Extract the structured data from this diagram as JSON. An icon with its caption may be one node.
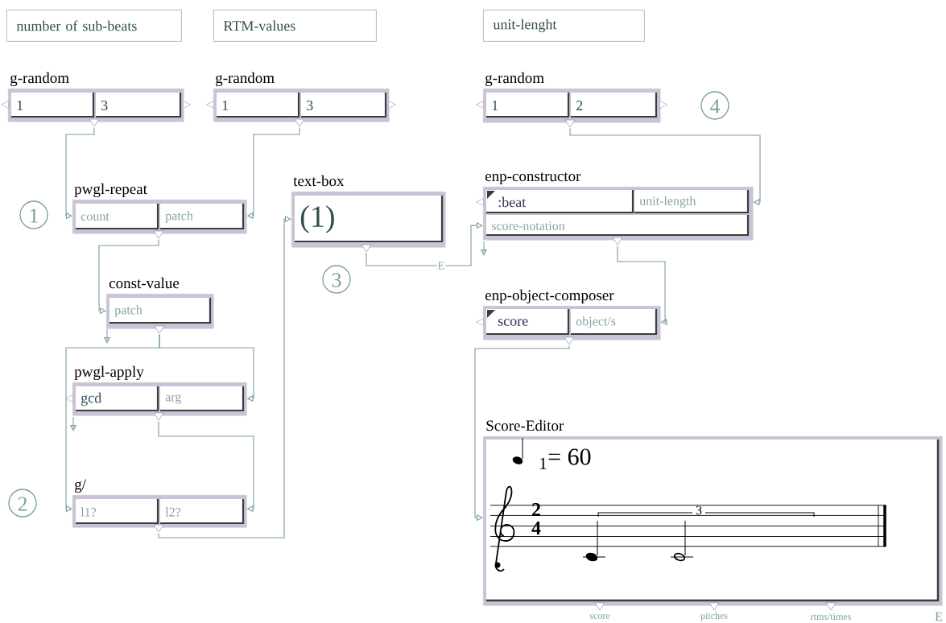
{
  "diagram": {
    "nodes": [
      {
        "text": [
          "number of sub-beats"
        ]
      },
      {
        "text": [
          "RTM-values"
        ]
      },
      {
        "text": [
          "unit-lenght"
        ]
      },
      {
        "text": [
          "g-random",
          "1",
          "3"
        ]
      },
      {
        "text": [
          "g-random",
          "1",
          "3"
        ]
      },
      {
        "text": [
          "pwgl-repeat",
          "count",
          "patch"
        ]
      },
      {
        "text": [
          "text-box",
          "(1)"
        ]
      },
      {
        "text": [
          "g-random",
          "1",
          "2"
        ]
      },
      {
        "text": [
          "enp-constructor",
          ":beat",
          "unit-length",
          "score-notation"
        ]
      },
      {
        "text": [
          "const-value",
          "patch"
        ]
      },
      {
        "text": [
          "enp-object-composer",
          "score",
          "object/s"
        ]
      },
      {
        "text": [
          "pwgl-apply",
          "gcd",
          "arg"
        ]
      },
      {
        "text": [
          "Score-Editor",
          "$_{1}$= 60",
          "2",
          "4",
          "3"
        ],
        "beside": [
          "score",
          "pitches",
          "rtms/times",
          "E"
        ]
      },
      {
        "text": [
          "g/",
          "l1?",
          "l2?"
        ]
      }
    ],
    "edges": [
      {
        "from": 3,
        "to": 5,
        "arrow": "to"
      },
      {
        "from": 4,
        "to": 5,
        "arrow": "to"
      },
      {
        "from": 5,
        "to": 9,
        "arrow": "to"
      },
      {
        "from": 9,
        "to": 11,
        "arrow": "to"
      },
      {
        "from": 9,
        "to": 13,
        "arrow": "to"
      },
      {
        "from": 11,
        "to": 13,
        "arrow": "to"
      },
      {
        "from": 13,
        "to": 6,
        "arrow": "to"
      },
      {
        "from": 6,
        "to": 8,
        "arrow": "to",
        "label": "E"
      },
      {
        "from": 7,
        "to": 8,
        "arrow": "to"
      },
      {
        "from": 8,
        "to": 10,
        "arrow": "to"
      },
      {
        "from": 10,
        "to": 12,
        "arrow": "to"
      }
    ],
    "labels": [
      "1",
      "2",
      "3",
      "4"
    ]
  }
}
